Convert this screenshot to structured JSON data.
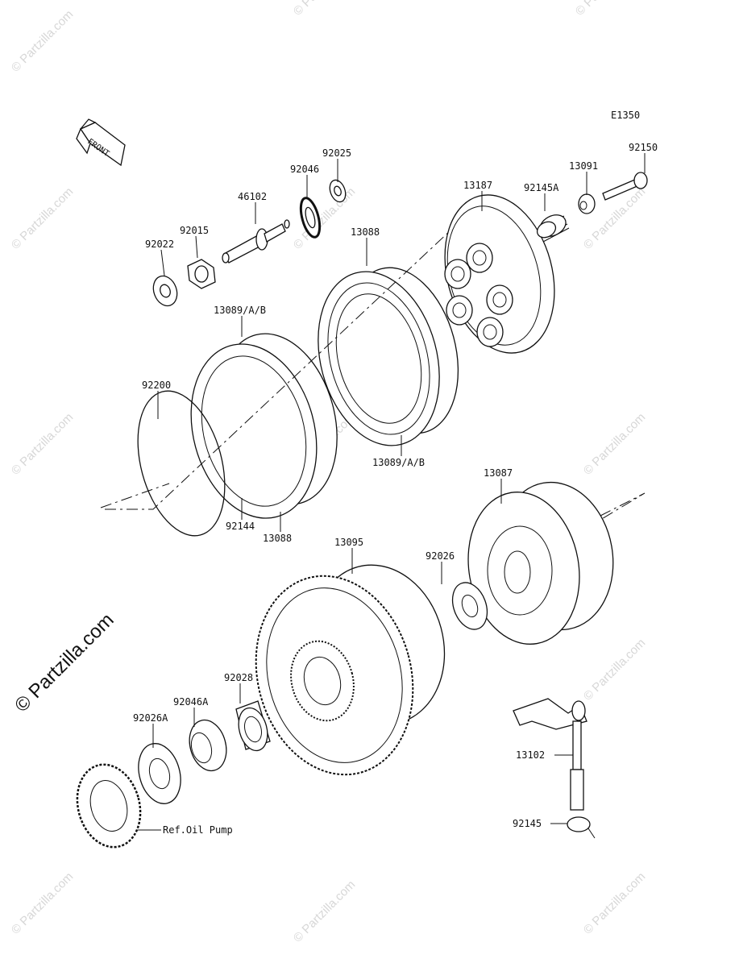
{
  "diagram": {
    "figure_code": "E1350",
    "direction_badge": "FRONT",
    "watermark": "© Partzilla.com",
    "watermark_side": "© Partzilla.com",
    "part_labels": [
      {
        "id": "92025",
        "text": "92025"
      },
      {
        "id": "92046",
        "text": "92046"
      },
      {
        "id": "46102",
        "text": "46102"
      },
      {
        "id": "92015",
        "text": "92015"
      },
      {
        "id": "92022",
        "text": "92022"
      },
      {
        "id": "13088-top",
        "text": "13088"
      },
      {
        "id": "13187",
        "text": "13187"
      },
      {
        "id": "92145A",
        "text": "92145A"
      },
      {
        "id": "13091",
        "text": "13091"
      },
      {
        "id": "92150",
        "text": "92150"
      },
      {
        "id": "13089-top",
        "text": "13089/A/B"
      },
      {
        "id": "92200",
        "text": "92200"
      },
      {
        "id": "13089-bottom",
        "text": "13089/A/B"
      },
      {
        "id": "92144",
        "text": "92144"
      },
      {
        "id": "13088-bottom",
        "text": "13088"
      },
      {
        "id": "13087",
        "text": "13087"
      },
      {
        "id": "13095",
        "text": "13095"
      },
      {
        "id": "92026",
        "text": "92026"
      },
      {
        "id": "92028",
        "text": "92028"
      },
      {
        "id": "92046A",
        "text": "92046A"
      },
      {
        "id": "92026A",
        "text": "92026A"
      },
      {
        "id": "13102",
        "text": "13102"
      },
      {
        "id": "92145",
        "text": "92145"
      },
      {
        "id": "ref-oil-pump",
        "text": "Ref.Oil Pump"
      }
    ]
  }
}
